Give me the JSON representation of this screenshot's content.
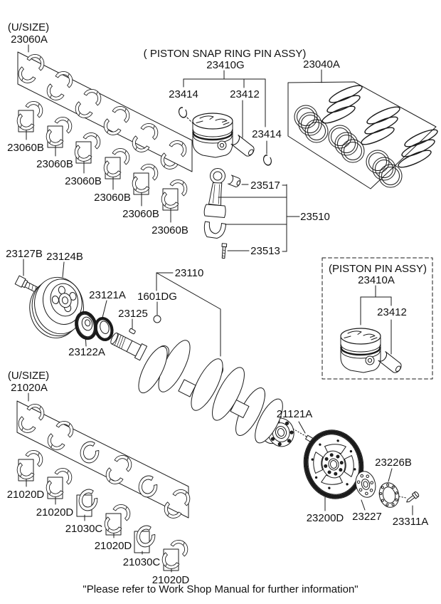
{
  "colors": {
    "line": "#1a1a1a",
    "background": "#ffffff",
    "text": "#111111"
  },
  "upper_bearing_set": {
    "size_note": "(U/SIZE)",
    "set_label": "23060A",
    "items": [
      "23060B",
      "23060B",
      "23060B",
      "23060B",
      "23060B",
      "23060B"
    ]
  },
  "piston_snap_ring_assy": {
    "title": "( PISTON  SNAP RING  PIN ASSY)",
    "assy_label": "23410G",
    "snap_ring_left": "23414",
    "piston_pin": "23412",
    "snap_ring_right": "23414"
  },
  "piston_ring_set": {
    "label": "23040A"
  },
  "connecting_rod": {
    "bushing": "23517",
    "rod_assy": "23510",
    "bolt": "23513"
  },
  "crankshaft_front": {
    "bolt": "23127B",
    "pulley": "23124B",
    "sprocket": "23121A",
    "gear": "23122A",
    "key": "23125",
    "pilot": "1601DG",
    "crankshaft": "23110"
  },
  "piston_pin_assy": {
    "title": "(PISTON  PIN ASSY)",
    "assy_label": "23410A",
    "pin": "23412"
  },
  "lower_bearing_set": {
    "size_note": "(U/SIZE)",
    "set_label": "21020A",
    "items": [
      "21020D",
      "21020D",
      "21030C",
      "21020D",
      "21030C",
      "21020D"
    ]
  },
  "flywheel_group": {
    "dowel_pin": "21121A",
    "drive_plate": "23200D",
    "adapter_plate": "23227",
    "washer_plate": "23226B",
    "bolt": "23311A"
  },
  "footer": "\"Please refer to Work Shop Manual for further information\""
}
